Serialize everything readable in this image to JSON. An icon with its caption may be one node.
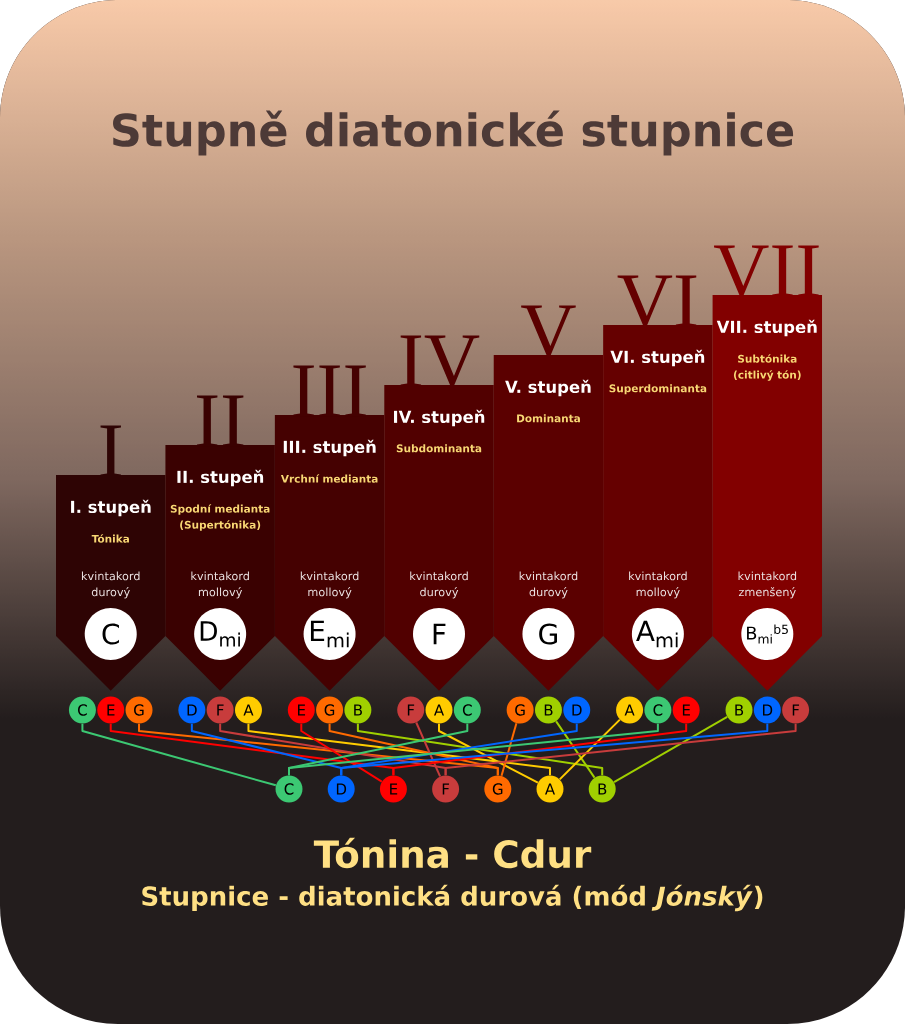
{
  "diagram": {
    "title": "Stupně diatonické stupnice",
    "nodes": [
      {
        "text": [
          "I",
          "I. stupeň",
          "Tónika",
          "kvintakord durový"
        ]
      },
      {
        "text": [
          "C"
        ],
        "in": 0
      },
      {
        "text": [
          "II",
          "II. stupeň",
          "Spodní medianta (Supertónika)",
          "kvintakord mollový"
        ]
      },
      {
        "text": [
          "D$_{mi}$"
        ],
        "in": 2
      },
      {
        "text": [
          "III",
          "III. stupeň",
          "Vrchní medianta",
          "kvintakord mollový"
        ]
      },
      {
        "text": [
          "E$_{mi}$"
        ],
        "in": 4
      },
      {
        "text": [
          "IV",
          "IV. stupeň",
          "Subdominanta",
          "kvintakord durový"
        ]
      },
      {
        "text": [
          "F"
        ],
        "in": 6
      },
      {
        "text": [
          "V",
          "V. stupeň",
          "Dominanta",
          "kvintakord durový"
        ]
      },
      {
        "text": [
          "G"
        ],
        "in": 8
      },
      {
        "text": [
          "VI",
          "VI. stupeň",
          "Superdominanta",
          "kvintakord mollový"
        ]
      },
      {
        "text": [
          "A$_{mi}$"
        ],
        "in": 10
      },
      {
        "text": [
          "VII",
          "VII. stupeň",
          "Subtónika (citlivý tón)",
          "kvintakord zmenšený"
        ]
      },
      {
        "text": [
          "B$_{mi}$$^{b5}$"
        ],
        "in": 12
      },
      {
        "text": [
          "C"
        ]
      },
      {
        "text": [
          "E"
        ]
      },
      {
        "text": [
          "G"
        ]
      },
      {
        "text": [
          "D"
        ]
      },
      {
        "text": [
          "F"
        ]
      },
      {
        "text": [
          "A"
        ]
      },
      {
        "text": [
          "E"
        ]
      },
      {
        "text": [
          "G"
        ]
      },
      {
        "text": [
          "B"
        ]
      },
      {
        "text": [
          "F"
        ]
      },
      {
        "text": [
          "A"
        ]
      },
      {
        "text": [
          "C"
        ]
      },
      {
        "text": [
          "G"
        ]
      },
      {
        "text": [
          "B"
        ]
      },
      {
        "text": [
          "D"
        ]
      },
      {
        "text": [
          "A"
        ]
      },
      {
        "text": [
          "C"
        ]
      },
      {
        "text": [
          "E"
        ]
      },
      {
        "text": [
          "B"
        ]
      },
      {
        "text": [
          "D"
        ]
      },
      {
        "text": [
          "F"
        ]
      },
      {
        "text": [
          "C"
        ]
      },
      {
        "text": [
          "D"
        ]
      },
      {
        "text": [
          "E"
        ]
      },
      {
        "text": [
          "F"
        ]
      },
      {
        "text": [
          "G"
        ]
      },
      {
        "text": [
          "A"
        ]
      },
      {
        "text": [
          "B"
        ]
      }
    ],
    "edges": [
      {
        "from": 14,
        "to": 35,
        "arrow": "none",
        "color": "#3cc873"
      },
      {
        "from": 15,
        "to": 37,
        "arrow": "none",
        "color": "#ff0000"
      },
      {
        "from": 16,
        "to": 39,
        "arrow": "none",
        "color": "#ff6a00"
      },
      {
        "from": 17,
        "to": 36,
        "arrow": "none",
        "color": "#0066ff"
      },
      {
        "from": 18,
        "to": 38,
        "arrow": "none",
        "color": "#c83c3c"
      },
      {
        "from": 19,
        "to": 40,
        "arrow": "none",
        "color": "#ffcc00"
      },
      {
        "from": 20,
        "to": 37,
        "arrow": "none",
        "color": "#ff0000"
      },
      {
        "from": 21,
        "to": 39,
        "arrow": "none",
        "color": "#ff6a00"
      },
      {
        "from": 22,
        "to": 41,
        "arrow": "none",
        "color": "#a0d000"
      },
      {
        "from": 23,
        "to": 38,
        "arrow": "none",
        "color": "#c83c3c"
      },
      {
        "from": 24,
        "to": 40,
        "arrow": "none",
        "color": "#ffcc00"
      },
      {
        "from": 25,
        "to": 35,
        "arrow": "none",
        "color": "#3cc873"
      },
      {
        "from": 26,
        "to": 39,
        "arrow": "none",
        "color": "#ff6a00"
      },
      {
        "from": 27,
        "to": 41,
        "arrow": "none",
        "color": "#a0d000"
      },
      {
        "from": 28,
        "to": 36,
        "arrow": "none",
        "color": "#0066ff"
      },
      {
        "from": 29,
        "to": 40,
        "arrow": "none",
        "color": "#ffcc00"
      },
      {
        "from": 30,
        "to": 35,
        "arrow": "none",
        "color": "#3cc873"
      },
      {
        "from": 31,
        "to": 37,
        "arrow": "none",
        "color": "#ff0000"
      },
      {
        "from": 32,
        "to": 41,
        "arrow": "none",
        "color": "#a0d000"
      },
      {
        "from": 33,
        "to": 36,
        "arrow": "none",
        "color": "#0066ff"
      },
      {
        "from": 34,
        "to": 38,
        "arrow": "none",
        "color": "#c83c3c"
      }
    ],
    "labels": [
      "Tónina - Cdur",
      "Stupnice - diatonická durová (mód *Jónský*)"
    ]
  }
}
